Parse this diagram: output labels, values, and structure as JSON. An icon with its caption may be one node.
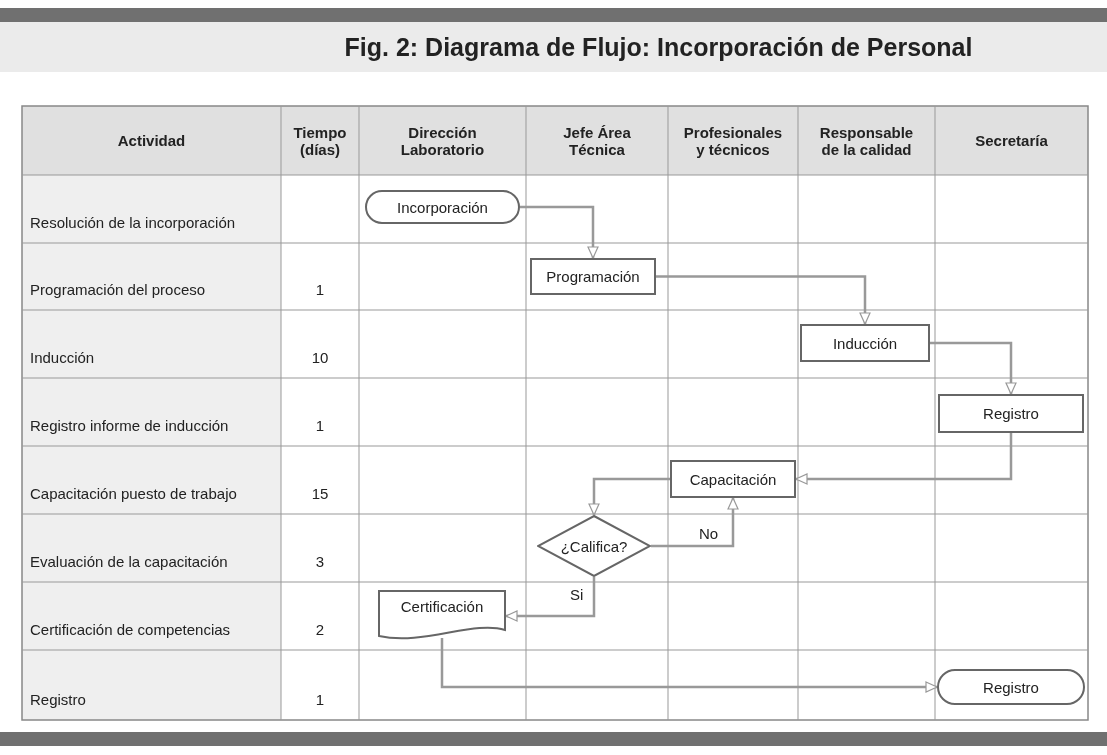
{
  "diagram": {
    "title": "Fig. 2:  Diagrama de Flujo: Incorporación de Personal",
    "nodes": [
      {
        "text": [
          "Incorporación"
        ]
      },
      {
        "text": [
          "Programación"
        ]
      },
      {
        "text": [
          "Inducción"
        ]
      },
      {
        "text": [
          "Registro"
        ]
      },
      {
        "text": [
          "Capacitación"
        ]
      },
      {
        "text": [
          "¿Califica?"
        ]
      },
      {
        "text": [
          "Certificación"
        ]
      },
      {
        "text": [
          "Registro"
        ]
      }
    ],
    "edges": [
      {
        "from": 0,
        "to": 1,
        "arrow": "to"
      },
      {
        "from": 1,
        "to": 2,
        "arrow": "to"
      },
      {
        "from": 2,
        "to": 3,
        "arrow": "to"
      },
      {
        "from": 3,
        "to": 4,
        "arrow": "to"
      },
      {
        "from": 4,
        "to": 5,
        "arrow": "to"
      },
      {
        "from": 5,
        "to": 4,
        "arrow": "to",
        "label": "No"
      },
      {
        "from": 5,
        "to": 6,
        "arrow": "to",
        "label": "Si"
      },
      {
        "from": 6,
        "to": 7,
        "arrow": "to"
      }
    ],
    "labels": [
      "Actividad",
      "Tiempo (días)",
      "Dirección Laboratorio",
      "Jefe Área Técnica",
      "Profesionales y técnicos",
      "Responsable de la calidad",
      "Secretaría",
      "Resolución de la incorporación",
      "Programación del proceso",
      "1",
      "Inducción",
      "10",
      "Registro informe de inducción",
      "1",
      "Capacitación puesto de trabajo",
      "15",
      "Evaluación de la capacitación",
      "3",
      "Certificación de competencias",
      "2",
      "Registro",
      "1"
    ]
  }
}
